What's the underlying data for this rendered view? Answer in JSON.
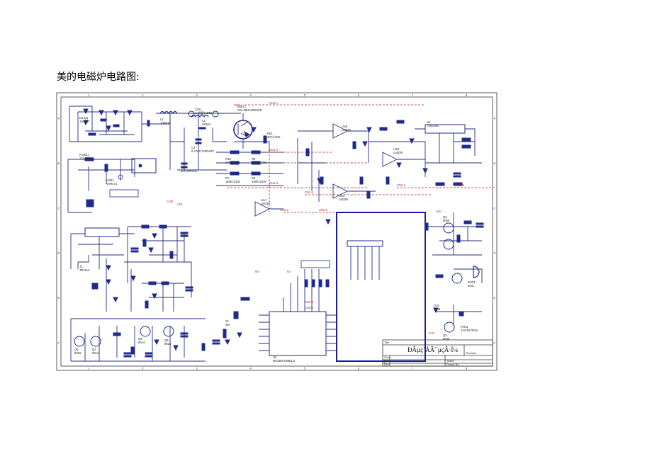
{
  "heading": "美的电磁炉电路图:",
  "schematic": {
    "frame_columns": [
      "1",
      "2",
      "3",
      "4",
      "5",
      "6",
      "7",
      "8"
    ],
    "frame_rows": [
      "A",
      "B",
      "C",
      "D",
      "E",
      "F"
    ],
    "title_block": {
      "title": "ÐÂµç´ÅÂ¯µçÂ·Í¼",
      "size": "B",
      "date_label": "Date:",
      "file_label": "File:",
      "sheet_label": "Sheet",
      "drawn_label": "Drawn By:",
      "revision_label": "Revision",
      "title_label": "Title"
    },
    "components": [
      {
        "ref": "D1-D4",
        "value": "1N4007"
      },
      {
        "ref": "FUSE1",
        "value": "12A/250V"
      },
      {
        "ref": "VAR1",
        "value": "VAR471"
      },
      {
        "ref": "C1",
        "value": "5uF/400VDC"
      },
      {
        "ref": "L1",
        "value": "1000uH"
      },
      {
        "ref": "L2",
        "value": "310uH"
      },
      {
        "ref": "C3",
        "value": "0.27uF/1200VDC"
      },
      {
        "ref": "IGBT1",
        "value": "SGL25N120RUFD"
      },
      {
        "ref": "COIL",
        "value": "Ｌ线盘(ADD)"
      },
      {
        "ref": "R51",
        "value": "4K7/1/4W"
      },
      {
        "ref": "U1B",
        "value": "LM339"
      },
      {
        "ref": "U1C",
        "value": "LM339"
      },
      {
        "ref": "U1A",
        "value": "LM339"
      },
      {
        "ref": "U1D",
        "value": "LM339"
      },
      {
        "ref": "U2",
        "value": "TA8316S"
      },
      {
        "ref": "U3",
        "value": "MC68HC908JL3"
      },
      {
        "ref": "Q4",
        "value": "8050"
      },
      {
        "ref": "Q3",
        "value": "8050"
      },
      {
        "ref": "FAN1",
        "value": "12V/DC/FAN"
      },
      {
        "ref": "BUZ1",
        "value": "BUZ"
      },
      {
        "ref": "R10",
        "value": "240K/1/2W"
      },
      {
        "ref": "R9",
        "value": "240K/1/2W"
      },
      {
        "ref": "R7",
        "value": "150K/1/2W"
      },
      {
        "ref": "R6",
        "value": "150K/1/2W"
      },
      {
        "ref": "X1",
        "value": "4M"
      },
      {
        "ref": "T1",
        "value": "TRANS"
      },
      {
        "ref": "D15",
        "value": "4148"
      },
      {
        "ref": "Q1",
        "value": "9015"
      },
      {
        "ref": "Q2",
        "value": "9014"
      },
      {
        "ref": "Q5",
        "value": "9014"
      },
      {
        "ref": "Q6",
        "value": "9014"
      }
    ],
    "net_labels": [
      "CN1-1",
      "CN1-2",
      "CN1-3",
      "CN1-4",
      "CN2-1",
      "CN2-2",
      "CN3-1",
      "CN3-2",
      "CN3-3",
      "CN3-4",
      "18V",
      "5V",
      "INT",
      "PWM",
      "FAN",
      "CUR",
      "VOL"
    ]
  }
}
